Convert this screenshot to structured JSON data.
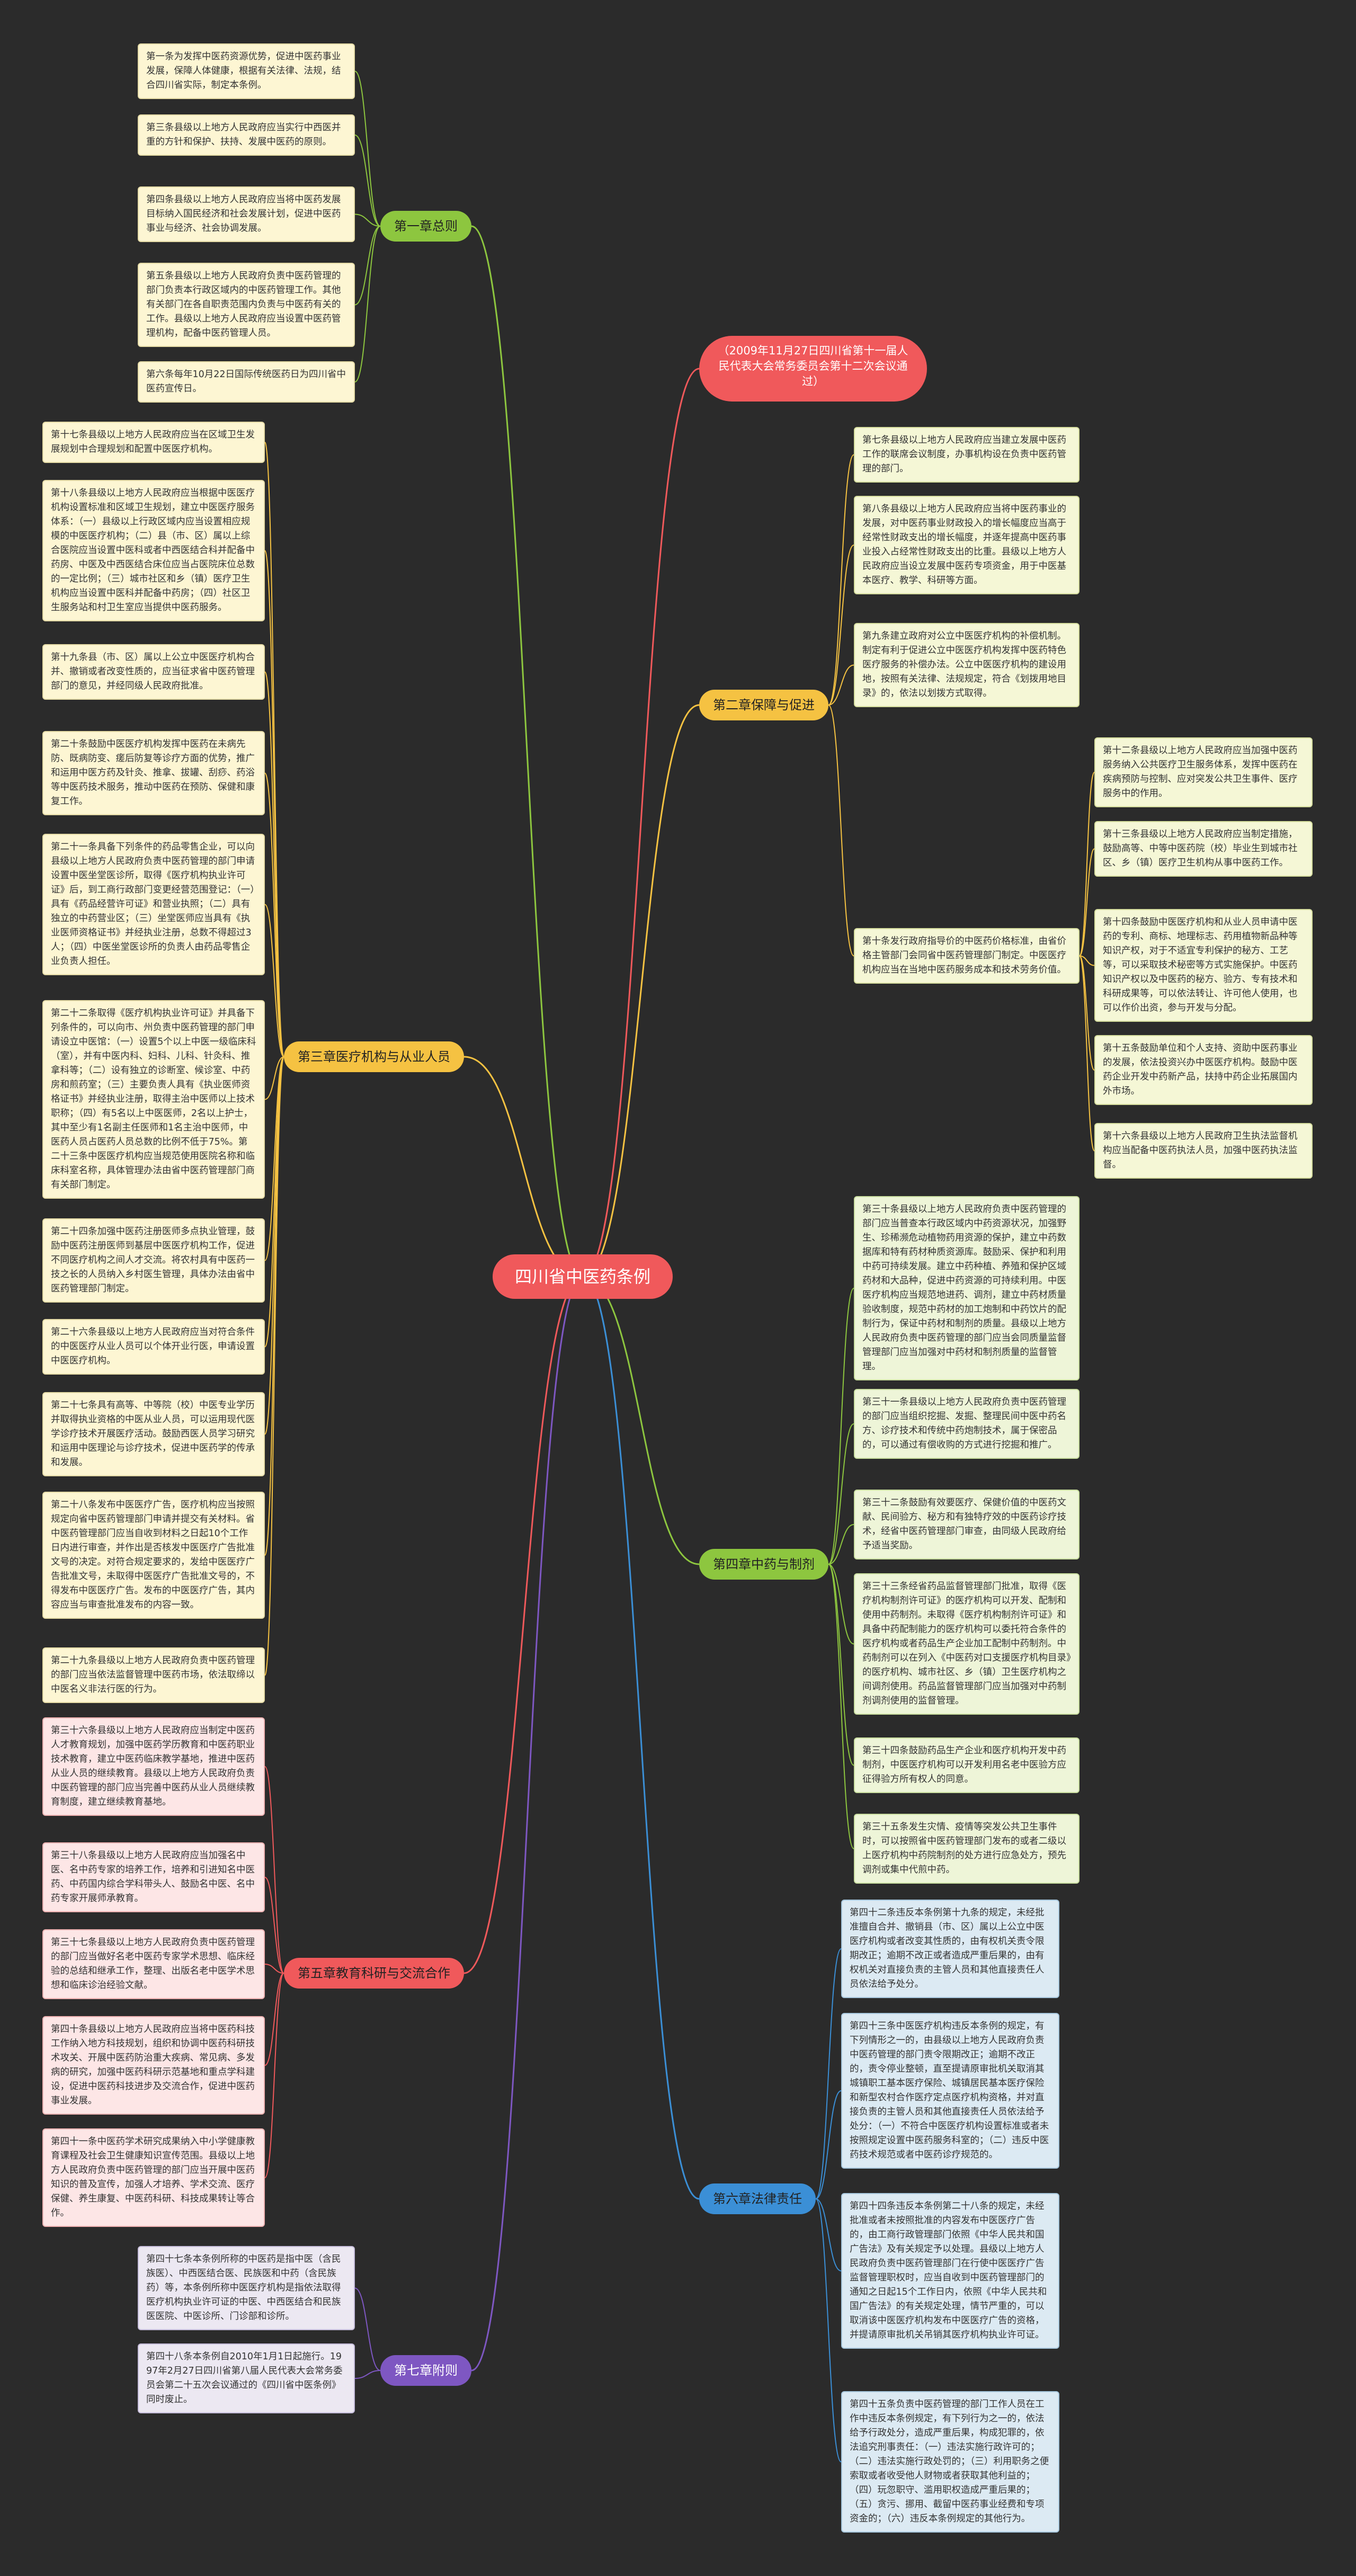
{
  "root": "四川省中医药条例",
  "subtitle": "（2009年11月27日四川省第十一届人民代表大会常务委员会第十二次会议通过）",
  "colors": {
    "background": "#2b2b2b",
    "root": "#f0595b",
    "ch1": "#8dc63f",
    "ch2": "#f5c242",
    "ch3": "#f5c242",
    "ch4": "#8dc63f",
    "ch5": "#f0595b",
    "ch6": "#3b8fd6",
    "ch7": "#7e57c2"
  },
  "chapters": [
    {
      "title": "第一章总则",
      "items": [
        "第一条为发挥中医药资源优势，促进中医药事业发展，保障人体健康，根据有关法律、法规，结合四川省实际，制定本条例。",
        "第三条县级以上地方人民政府应当实行中西医并重的方针和保护、扶持、发展中医药的原则。",
        "第四条县级以上地方人民政府应当将中医药发展目标纳入国民经济和社会发展计划，促进中医药事业与经济、社会协调发展。",
        "第五条县级以上地方人民政府负责中医药管理的部门负责本行政区域内的中医药管理工作。其他有关部门在各自职责范围内负责与中医药有关的工作。县级以上地方人民政府应当设置中医药管理机构，配备中医药管理人员。",
        "第六条每年10月22日国际传统医药日为四川省中医药宣传日。"
      ]
    },
    {
      "title": "第二章保障与促进",
      "items": [
        "第七条县级以上地方人民政府应当建立发展中医药工作的联席会议制度，办事机构设在负责中医药管理的部门。",
        "第八条县级以上地方人民政府应当将中医药事业的发展，对中医药事业财政投入的增长幅度应当高于经常性财政支出的增长幅度，并逐年提高中医药事业投入占经常性财政支出的比重。县级以上地方人民政府应当设立发展中医药专项资金，用于中医基本医疗、教学、科研等方面。",
        "第九条建立政府对公立中医医疗机构的补偿机制。制定有利于促进公立中医医疗机构发挥中医药特色医疗服务的补偿办法。公立中医医疗机构的建设用地，按照有关法律、法规规定，符合《划拨用地目录》的，依法以划拨方式取得。",
        "第十条发行政府指导价的中医药价格标准，由省价格主管部门会同省中医药管理部门制定。中医医疗机构应当在当地中医药服务成本和技术劳务价值。"
      ]
    },
    {
      "title": "第三章医疗机构与从业人员",
      "items": [
        "第十七条县级以上地方人民政府应当在区域卫生发展规划中合理规划和配置中医医疗机构。",
        "第十八条县级以上地方人民政府应当根据中医医疗机构设置标准和区域卫生规划，建立中医医疗服务体系：（一）县级以上行政区域内应当设置相应规模的中医医疗机构；（二）县（市、区）属以上综合医院应当设置中医科或者中西医结合科并配备中药房、中医及中西医结合床位应当占医院床位总数的一定比例；（三）城市社区和乡（镇）医疗卫生机构应当设置中医科并配备中药房；（四）社区卫生服务站和村卫生室应当提供中医药服务。",
        "第十九条县（市、区）属以上公立中医医疗机构合并、撤销或者改变性质的，应当征求省中医药管理部门的意见，并经同级人民政府批准。",
        "第二十条鼓励中医医疗机构发挥中医药在未病先防、既病防变、瘥后防复等诊疗方面的优势，推广和运用中医方药及针灸、推拿、拔罐、刮痧、药浴等中医药技术服务，推动中医药在预防、保健和康复工作。",
        "第二十一条具备下列条件的药品零售企业，可以向县级以上地方人民政府负责中医药管理的部门申请设置中医坐堂医诊所，取得《医疗机构执业许可证》后，到工商行政部门变更经营范围登记：（一）具有《药品经营许可证》和营业执照；（二）具有独立的中药营业区；（三）坐堂医师应当具有《执业医师资格证书》并经执业注册，总数不得超过3人；（四）中医坐堂医诊所的负责人由药品零售企业负责人担任。",
        "第二十二条取得《医疗机构执业许可证》并具备下列条件的，可以向市、州负责中医药管理的部门申请设立中医馆：（一）设置5个以上中医一级临床科（室），并有中医内科、妇科、儿科、针灸科、推拿科等；（二）设有独立的诊断室、候诊室、中药房和煎药室；（三）主要负责人具有《执业医师资格证书》并经执业注册，取得主治中医师以上技术职称；（四）有5名以上中医医师，2名以上护士，其中至少有1名副主任医师和1名主治中医师，中医药人员占医药人员总数的比例不低于75%。第二十三条中医医疗机构应当规范使用医院名称和临床科室名称，具体管理办法由省中医药管理部门商有关部门制定。",
        "第二十四条加强中医药注册医师多点执业管理，鼓励中医药注册医师到基层中医医疗机构工作，促进不同医疗机构之间人才交流。将农村具有中医药一技之长的人员纳入乡村医生管理，具体办法由省中医药管理部门制定。",
        "第二十六条县级以上地方人民政府应当对符合条件的中医医疗从业人员可以个体开业行医，申请设置中医医疗机构。",
        "第二十七条具有高等、中等院（校）中医专业学历并取得执业资格的中医从业人员，可以运用现代医学诊疗技术开展医疗活动。鼓励西医人员学习研究和运用中医理论与诊疗技术，促进中医药学的传承和发展。",
        "第二十八条发布中医医疗广告，医疗机构应当按照规定向省中医药管理部门申请并提交有关材料。省中医药管理部门应当自收到材料之日起10个工作日内进行审查，并作出是否核发中医医疗广告批准文号的决定。对符合规定要求的，发给中医医疗广告批准文号，未取得中医医疗广告批准文号的，不得发布中医医疗广告。发布的中医医疗广告，其内容应当与审查批准发布的内容一致。",
        "第二十九条县级以上地方人民政府负责中医药管理的部门应当依法监督管理中医药市场，依法取缔以中医名义非法行医的行为。"
      ]
    },
    {
      "title": "第四章中药与制剂",
      "items": [
        "第三十条县级以上地方人民政府负责中医药管理的部门应当普查本行政区域内中药资源状况，加强野生、珍稀濒危动植物药用资源的保护，建立中药数据库和特有药材种质资源库。鼓励采、保护和利用中药可持续发展。建立中药种植、养殖和保护区域药材和大品种，促进中药资源的可持续利用。中医医疗机构应当规范地进药、调剂，建立中药材质量验收制度，规范中药材的加工炮制和中药饮片的配制行为，保证中药材和制剂的质量。县级以上地方人民政府负责中医药管理的部门应当会同质量监督管理部门应当加强对中药材和制剂质量的监督管理。",
        "第三十一条县级以上地方人民政府负责中医药管理的部门应当组织挖掘、发掘、整理民间中医中药名方、诊疗技术和传统中药炮制技术，属于保密品的，可以通过有偿收购的方式进行挖掘和推广。",
        "第三十二条鼓励有效要医疗、保健价值的中医药文献、民间验方、秘方和有独特疗效的中医药诊疗技术，经省中医药管理部门审查，由同级人民政府给予适当奖励。",
        "第三十三条经省药品监督管理部门批准，取得《医疗机构制剂许可证》的医疗机构可以开发、配制和使用中药制剂。未取得《医疗机构制剂许可证》和具备中药配制能力的医疗机构可以委托符合条件的医疗机构或者药品生产企业加工配制中药制剂。中药制剂可以在列入《中医药对口支援医疗机构目录》的医疗机构、城市社区、乡（镇）卫生医疗机构之间调剂使用。药品监督管理部门应当加强对中药制剂调剂使用的监督管理。",
        "第三十四条鼓励药品生产企业和医疗机构开发中药制剂，中医医疗机构可以开发利用名老中医验方应征得验方所有权人的同意。",
        "第三十五条发生灾情、疫情等突发公共卫生事件时，可以按照省中医药管理部门发布的或者二级以上医疗机构中药院制剂的处方进行应急处方，预先调剂或集中代煎中药。"
      ]
    },
    {
      "title": "第五章教育科研与交流合作",
      "items": [
        "第三十六条县级以上地方人民政府应当制定中医药人才教育规划，加强中医药学历教育和中医药职业技术教育，建立中医药临床教学基地，推进中医药从业人员的继续教育。县级以上地方人民政府负责中医药管理的部门应当完善中医药从业人员继续教育制度，建立继续教育基地。",
        "第三十八条县级以上地方人民政府应当加强名中医、名中药专家的培养工作，培养和引进知名中医药、中药国内综合学科带头人、鼓励名中医、名中药专家开展师承教育。",
        "第三十七条县级以上地方人民政府负责中医药管理的部门应当做好名老中医药专家学术思想、临床经验的总结和继承工作，整理、出版名老中医学术思想和临床诊治经验文献。",
        "第四十条县级以上地方人民政府应当将中医药科技工作纳入地方科技规划，组织和协调中医药科研技术攻关、开展中医药防治重大疾病、常见病、多发病的研究，加强中医药科研示范基地和重点学科建设，促进中医药科技进步及交流合作，促进中医药事业发展。",
        "第四十一条中医药学术研究成果纳入中小学健康教育课程及社会卫生健康知识宣传范围。县级以上地方人民政府负责中医药管理的部门应当开展中医药知识的普及宣传，加强人才培养、学术交流、医疗保健、养生康复、中医药科研、科技成果转让等合作。"
      ]
    },
    {
      "title": "第六章法律责任",
      "items": [
        "第四十二条违反本条例第十九条的规定，未经批准擅自合并、撤销县（市、区）属以上公立中医医疗机构或者改变其性质的，由有权机关责令限期改正；逾期不改正或者造成严重后果的，由有权机关对直接负责的主管人员和其他直接责任人员依法给予处分。",
        "第四十三条中医医疗机构违反本条例的规定，有下列情形之一的，由县级以上地方人民政府负责中医药管理的部门责令限期改正；逾期不改正的，责令停业整顿，直至提请原审批机关取消其城镇职工基本医疗保险、城镇居民基本医疗保险和新型农村合作医疗定点医疗机构资格，并对直接负责的主管人员和其他直接责任人员依法给予处分：（一）不符合中医医疗机构设置标准或者未按照规定设置中医药服务科室的；（二）违反中医药技术规范或者中医药诊疗规范的。",
        "第四十四条违反本条例第二十八条的规定，未经批准或者未按照批准的内容发布中医医疗广告的，由工商行政管理部门依照《中华人民共和国广告法》及有关规定予以处理。县级以上地方人民政府负责中医药管理部门在行使中医医疗广告监督管理职权时，应当自收到中医药管理部门的通知之日起15个工作日内，依照《中华人民共和国广告法》的有关规定处理，情节严重的，可以取消该中医医疗机构发布中医医疗广告的资格，并提请原审批机关吊销其医疗机构执业许可证。",
        "第四十五条负责中医药管理的部门工作人员在工作中违反本条例规定，有下列行为之一的，依法给予行政处分，造成严重后果，构成犯罪的，依法追究刑事责任：（一）违法实施行政许可的；（二）违法实施行政处罚的；（三）利用职务之便索取或者收受他人财物或者获取其他利益的；（四）玩忽职守、滥用职权造成严重后果的；（五）贪污、挪用、截留中医药事业经费和专项资金的；（六）违反本条例规定的其他行为。"
      ]
    },
    {
      "title": "第七章附则",
      "items": [
        "第四十七条本条例所称的中医药是指中医（含民族医）、中西医结合医、民族医和中药（含民族药）等，本条例所称中医医疗机构是指依法取得医疗机构执业许可证的中医、中西医结合和民族医医院、中医诊所、门诊部和诊所。",
        "第四十八条本条例自2010年1月1日起施行。1997年2月27日四川省第八届人民代表大会常务委员会第二十五次会议通过的《四川省中医条例》同时废止。"
      ]
    },
    {
      "title": "",
      "items": [
        "第十二条县级以上地方人民政府应当加强中医药服务纳入公共医疗卫生服务体系，发挥中医药在疾病预防与控制、应对突发公共卫生事件、医疗服务中的作用。",
        "第十三条县级以上地方人民政府应当制定措施，鼓励高等、中等中医药院（校）毕业生到城市社区、乡（镇）医疗卫生机构从事中医药工作。",
        "第十四条鼓励中医医疗机构和从业人员申请中医药的专利、商标、地理标志、药用植物新品种等知识产权，对于不适宜专利保护的秘方、工艺等，可以采取技术秘密等方式实施保护。中医药知识产权以及中医药的秘方、验方、专有技术和科研成果等，可以依法转让、许可他人使用，也可以作价出资，参与开发与分配。",
        "第十五条鼓励单位和个人支持、资助中医药事业的发展，依法投资兴办中医医疗机构。鼓励中医药企业开发中药新产品，扶持中药企业拓展国内外市场。",
        "第十六条县级以上地方人民政府卫生执法监督机构应当配备中医药执法人员，加强中医药执法监督。"
      ]
    }
  ]
}
